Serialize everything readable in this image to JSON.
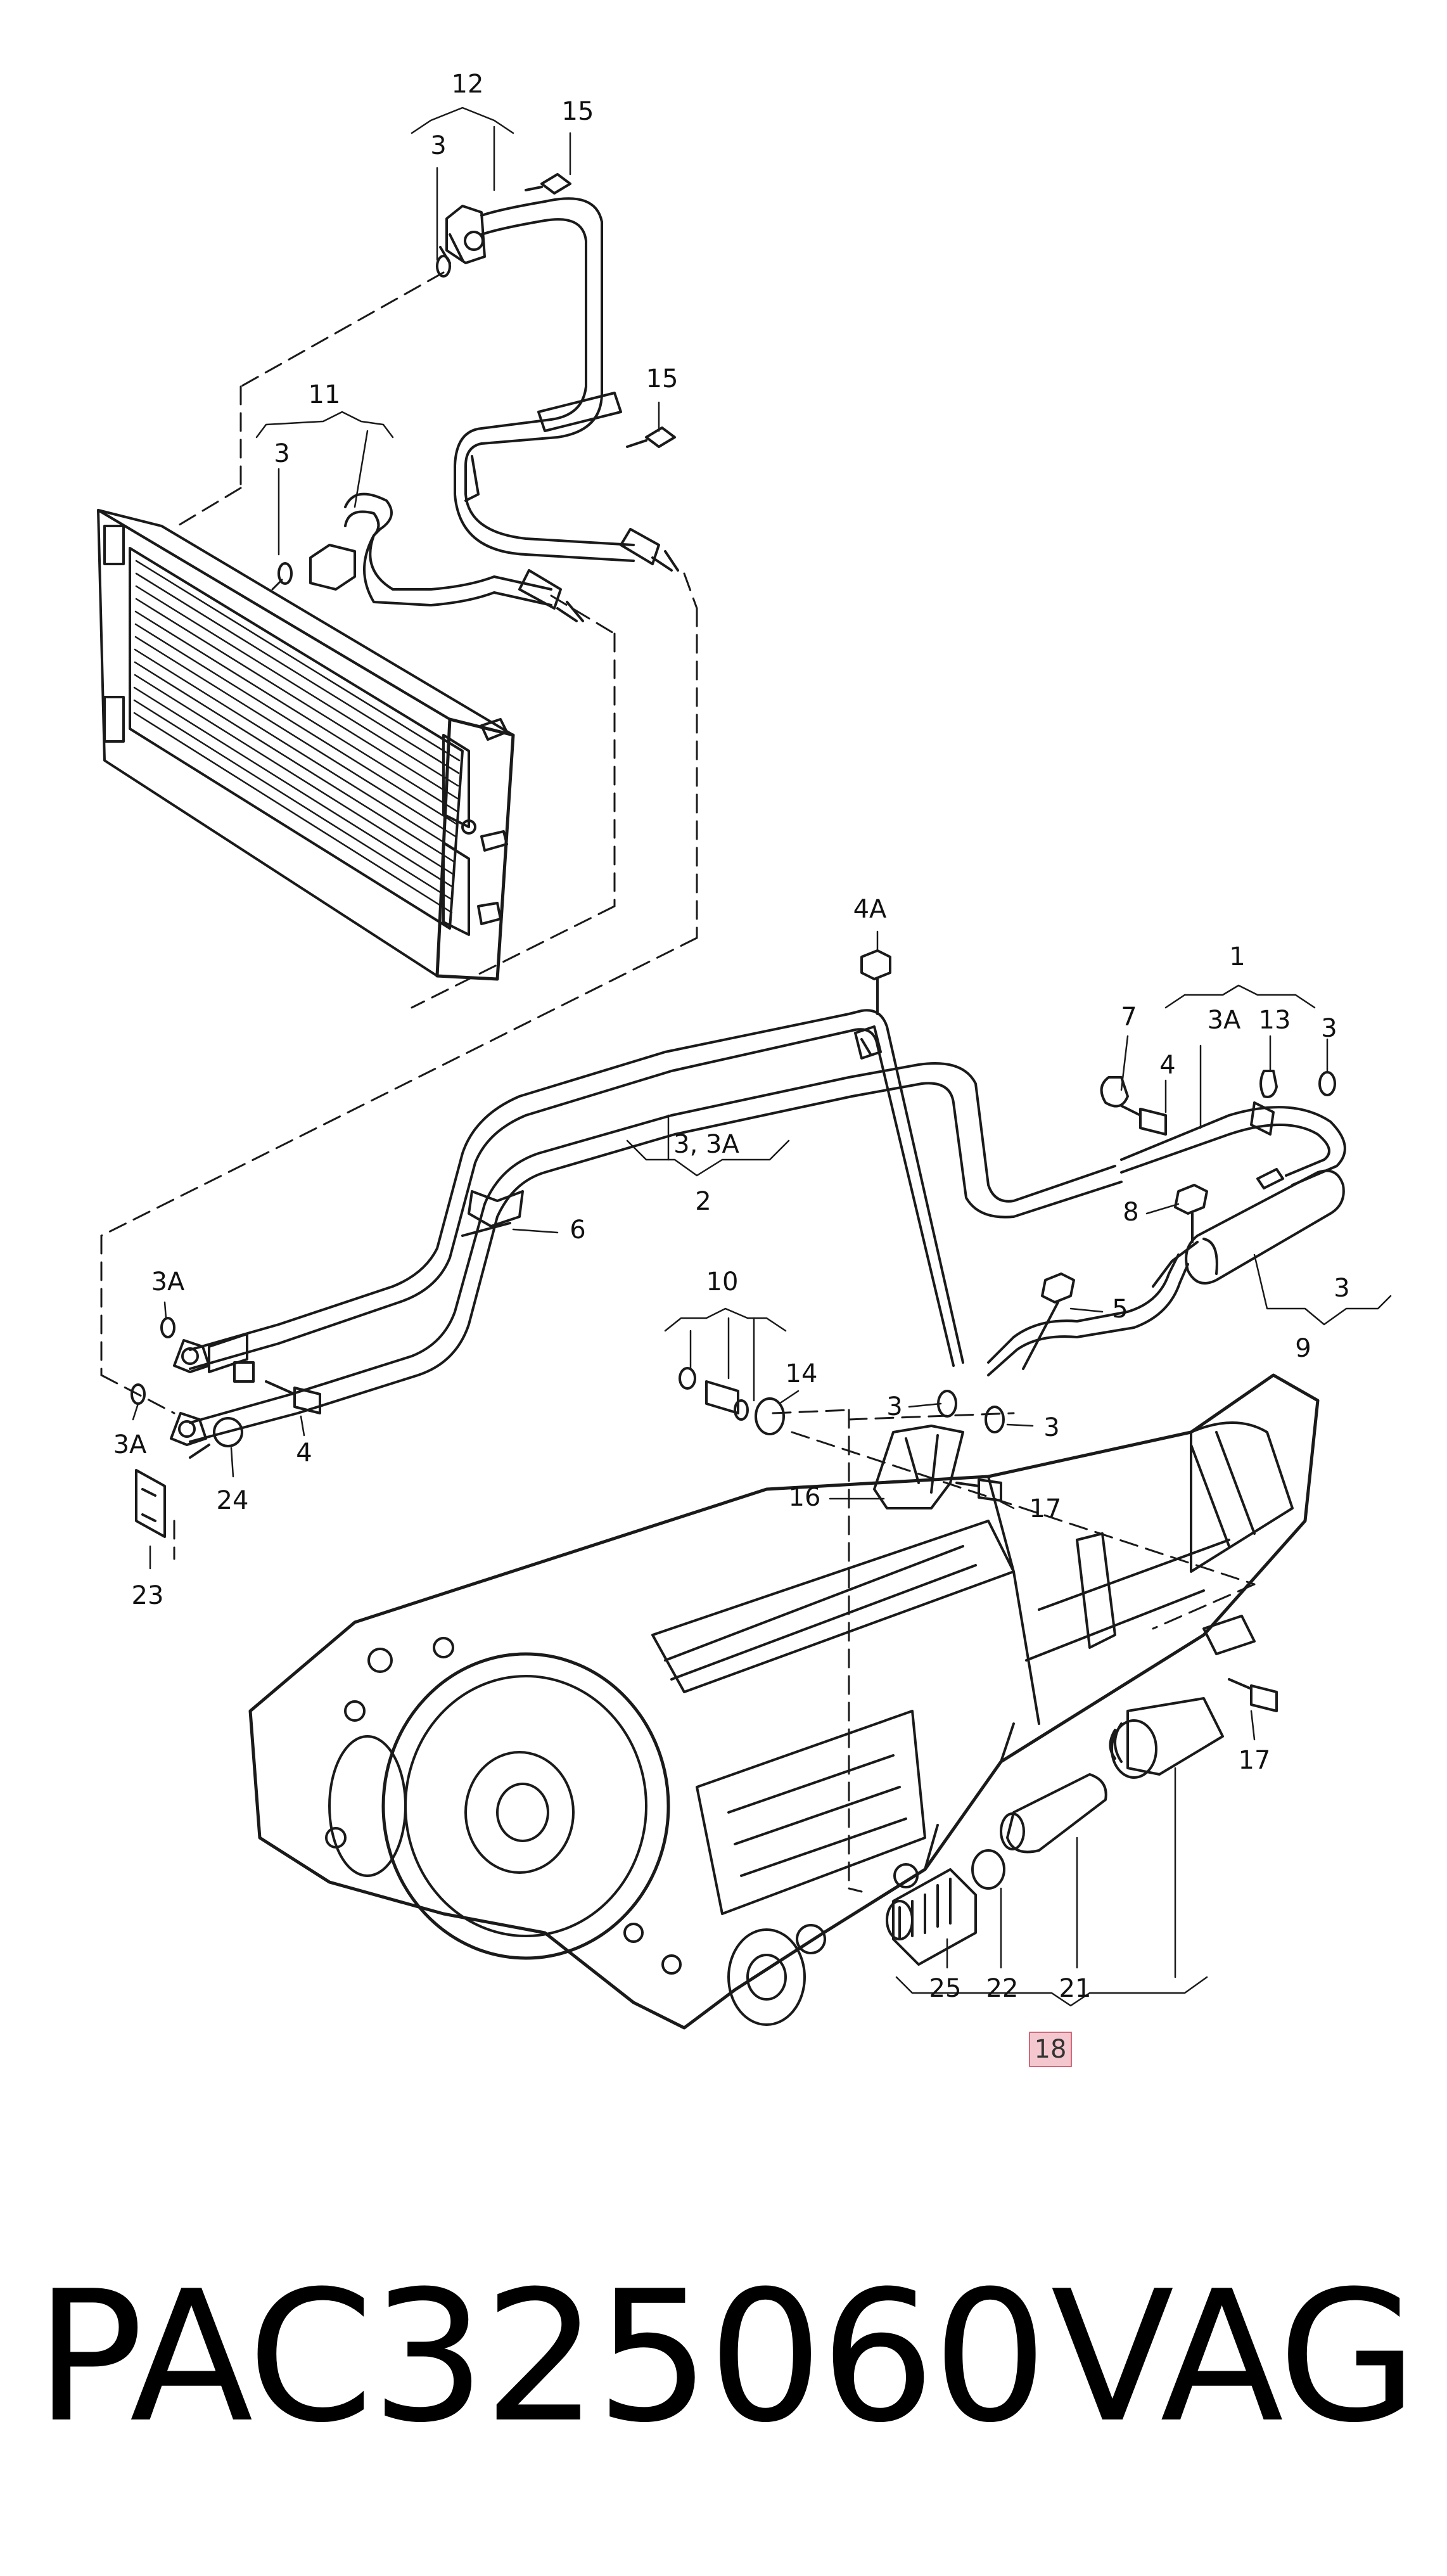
{
  "diagram": {
    "callouts": {
      "c12": "12",
      "c15a": "15",
      "c3a": "3",
      "c15b": "15",
      "c11": "11",
      "c3b": "3",
      "c4A": "4A",
      "c1": "1",
      "c7": "7",
      "c4a": "4",
      "c3Aa": "3A",
      "c13": "13",
      "c3c": "3",
      "c33A": "3, 3A",
      "c2": "2",
      "c6": "6",
      "c8": "8",
      "c5": "5",
      "c3d": "3",
      "c9": "9",
      "c10": "10",
      "c14": "14",
      "c3e": "3",
      "c3f": "3",
      "c3Ab": "3A",
      "c4b": "4",
      "c3Ac": "3A",
      "c24": "24",
      "c23": "23",
      "c16": "16",
      "c17a": "17",
      "c17b": "17",
      "c25": "25",
      "c22": "22",
      "c21": "21",
      "c18": "18"
    },
    "highlight_color": "#f4c7cf"
  },
  "footer": {
    "part_number": "PAC325060",
    "brand": "VAG"
  }
}
